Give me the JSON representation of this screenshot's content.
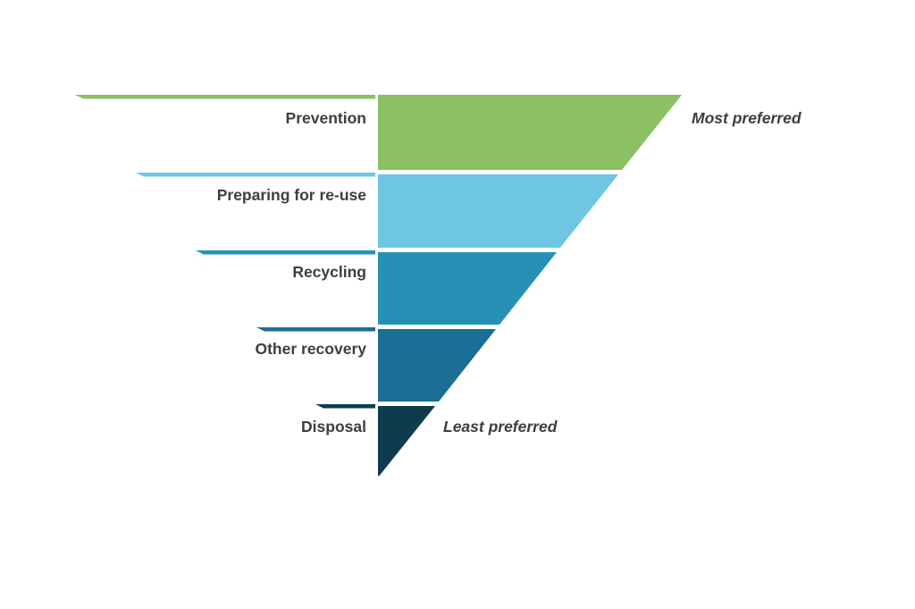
{
  "page": {
    "background_color": "#FFFFFF",
    "text_color": "#3E3E3E"
  },
  "chart_data": {
    "type": "funnel",
    "orientation": "inverted-pyramid",
    "title": "",
    "legend_position": "none",
    "levels": [
      {
        "rank": 1,
        "label": "Prevention",
        "color": "#8BC162",
        "annotation": "Most preferred",
        "relative_width": 1.0
      },
      {
        "rank": 2,
        "label": "Preparing for re-use",
        "color": "#6EC6E2",
        "annotation": "",
        "relative_width": 0.79
      },
      {
        "rank": 3,
        "label": "Recycling",
        "color": "#2791B5",
        "annotation": "",
        "relative_width": 0.59
      },
      {
        "rank": 4,
        "label": "Other recovery",
        "color": "#1A6E96",
        "annotation": "",
        "relative_width": 0.39
      },
      {
        "rank": 5,
        "label": "Disposal",
        "color": "#0E3C4E",
        "annotation": "Least preferred",
        "relative_width": 0.19
      }
    ]
  }
}
